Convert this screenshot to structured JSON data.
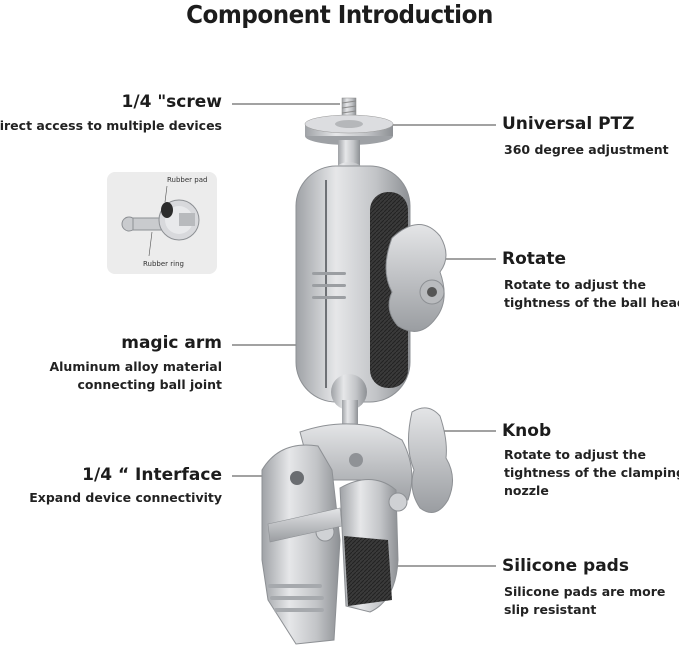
{
  "title": "Component Introduction",
  "labels": {
    "screw": {
      "heading": "1/4 \"screw",
      "desc": "Direct access to multiple devices"
    },
    "ptz": {
      "heading": "Universal PTZ",
      "desc": "360 degree adjustment"
    },
    "rotate": {
      "heading": "Rotate",
      "desc_lines": [
        "Rotate to adjust the",
        "tightness of the ball head"
      ]
    },
    "magic_arm": {
      "heading": "magic arm",
      "desc_lines": [
        "Aluminum alloy material",
        "connecting ball joint"
      ]
    },
    "knob": {
      "heading": "Knob",
      "desc_lines": [
        "Rotate to adjust the",
        "tightness of the clamping",
        "nozzle"
      ]
    },
    "interface": {
      "heading": "1/4 “ Interface",
      "desc": "Expand device connectivity"
    },
    "silicone": {
      "heading": "Silicone pads",
      "desc_lines": [
        "Silicone pads are more",
        "slip resistant"
      ]
    }
  },
  "inset": {
    "top_label": "Rubber pad",
    "bottom_label": "Rubber ring"
  },
  "colors": {
    "metal": "#c4c6c9",
    "metal_dark": "#8d9094",
    "rubber": "#2a2a2a",
    "line": "#444444"
  }
}
